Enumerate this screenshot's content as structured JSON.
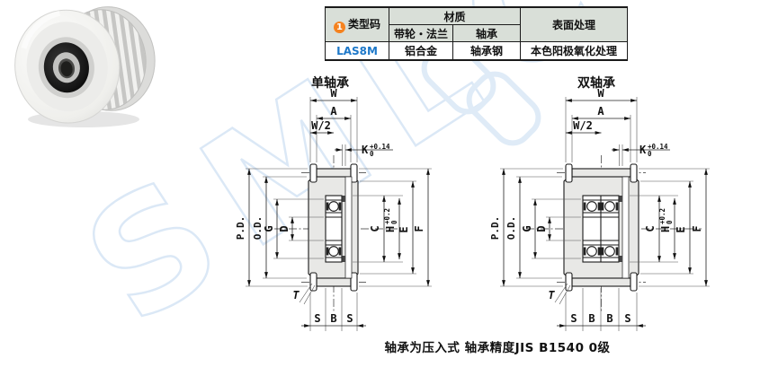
{
  "page": {
    "footnote": "轴承为压入式 轴承精度JIS B1540 0级",
    "watermark": "SMLC"
  },
  "table": {
    "type_code": {
      "badge": "1",
      "label": "类型码"
    },
    "material": {
      "label": "材质",
      "sub_pulley_flange": "带轮・法兰",
      "sub_bearing": "轴承"
    },
    "surface": {
      "label": "表面处理"
    },
    "row": {
      "code": "LAS8M",
      "pulley_flange_material": "铝合金",
      "bearing_material": "轴承钢",
      "surface_treatment": "本色阳极氧化处理"
    }
  },
  "diagrams": {
    "single": {
      "title": "单轴承"
    },
    "double": {
      "title": "双轴承"
    },
    "labels": {
      "w": "W",
      "a": "A",
      "w_half": "W/2",
      "k": "K",
      "k_tol_sup": "+0.14",
      "k_tol_sub": "0",
      "pd": "P.D.",
      "od": "O.D.",
      "g": "G",
      "d": "D",
      "c": "C",
      "h": "H",
      "h_tol_sup": "+0.2",
      "h_tol_sub": "0",
      "e": "E",
      "f": "F",
      "t": "T",
      "s": "S",
      "b": "B"
    }
  },
  "colors": {
    "accent_orange": "#f5821f",
    "code_blue": "#1d78c9",
    "table_header_bg": "#d9dfd8",
    "drawing_fill": "#e8e8e6",
    "watermark_blue": "#cfe1f3"
  }
}
